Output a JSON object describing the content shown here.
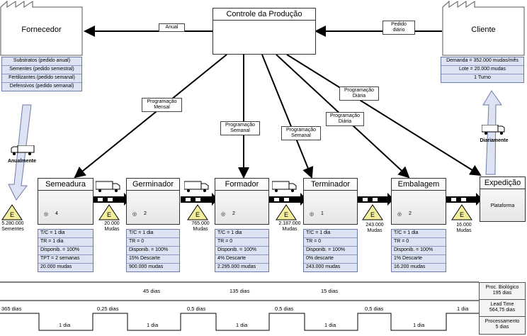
{
  "control": {
    "title": "Controle da Produção"
  },
  "supplier": {
    "title": "Fornecedor",
    "items": [
      "Substratos (pedido anual)",
      "Sementes (pedido semestral)",
      "Fertilizantes (pedido semanal)",
      "Defensivos (pedido semanal)"
    ],
    "shipping_label": "Anualmente"
  },
  "customer": {
    "title": "Cliente",
    "items": [
      "Demanda = 352.000 mudas/mês",
      "Lote = 20.000 mudas",
      "1 Turno"
    ],
    "shipping_label": "Diariamente"
  },
  "info_flows": {
    "anual": "Anual",
    "pedido": "Pedido diário",
    "prog_mensal": "Programação Mensal",
    "prog_semanal_1": "Programação Semanal",
    "prog_semanal_2": "Programação Semanal",
    "prog_diaria_1": "Programação Diária",
    "prog_diaria_2": "Programação Diária"
  },
  "processes": [
    {
      "name": "Semeadura",
      "operators": "4",
      "data": [
        "T/C = 1 dia",
        "TR = 1 dia",
        "Disponib. = 100%",
        "TPT = 2 semanas",
        "20.000 mudas"
      ]
    },
    {
      "name": "Germinador",
      "operators": "2",
      "data": [
        "T/C = 1 dia",
        "TR = 0",
        "Disponib. = 100%",
        "15% Descarte",
        "900.000 mudas"
      ]
    },
    {
      "name": "Formador",
      "operators": "2",
      "data": [
        "T/C = 1 dia",
        "TR = 0",
        "Disponib. = 100%",
        "4% Descarte",
        "2.295.000 mudas"
      ]
    },
    {
      "name": "Terminador",
      "operators": "1",
      "data": [
        "T/C = 1 dia",
        "TR = 0",
        "Disponib. = 100%",
        "0% descarte",
        "243.000 mudas"
      ]
    },
    {
      "name": "Embalagem",
      "operators": "2",
      "data": [
        "T/C = 1 dia",
        "TR = 0",
        "Disponib. = 100%",
        "1% Descarte",
        "16.200 mudas"
      ]
    }
  ],
  "shipping": {
    "title": "Expedição",
    "label": "Plataforma"
  },
  "inventories": [
    {
      "symbol": "E",
      "qty": "5.280.000",
      "unit": "Sementes"
    },
    {
      "symbol": "E",
      "qty": "20.000",
      "unit": "Mudas"
    },
    {
      "symbol": "E",
      "qty": "765.000",
      "unit": "Mudas"
    },
    {
      "symbol": "E",
      "qty": "2.187.000",
      "unit": "Mudas"
    },
    {
      "symbol": "E",
      "qty": "243.000",
      "unit": "Mudas"
    },
    {
      "symbol": "E",
      "qty": "16.000",
      "unit": "Mudas"
    }
  ],
  "timeline": {
    "bio_row": [
      "45 dias",
      "135 dias",
      "15 dias"
    ],
    "wait_row": [
      "365 dias",
      "0,25 dias",
      "0,5 dias",
      "0,5 dias",
      "0,5 dias",
      "1 dia"
    ],
    "proc_row": [
      "1 dia",
      "1 dia",
      "1 dia",
      "1 dia",
      "1 dia"
    ],
    "summary": {
      "bio_label": "Proc. Biológico",
      "bio_value": "195 dias",
      "lead_label": "Lead Time",
      "lead_value": "564,75 dias",
      "proc_label": "Processamento",
      "proc_value": "5 dias"
    }
  }
}
